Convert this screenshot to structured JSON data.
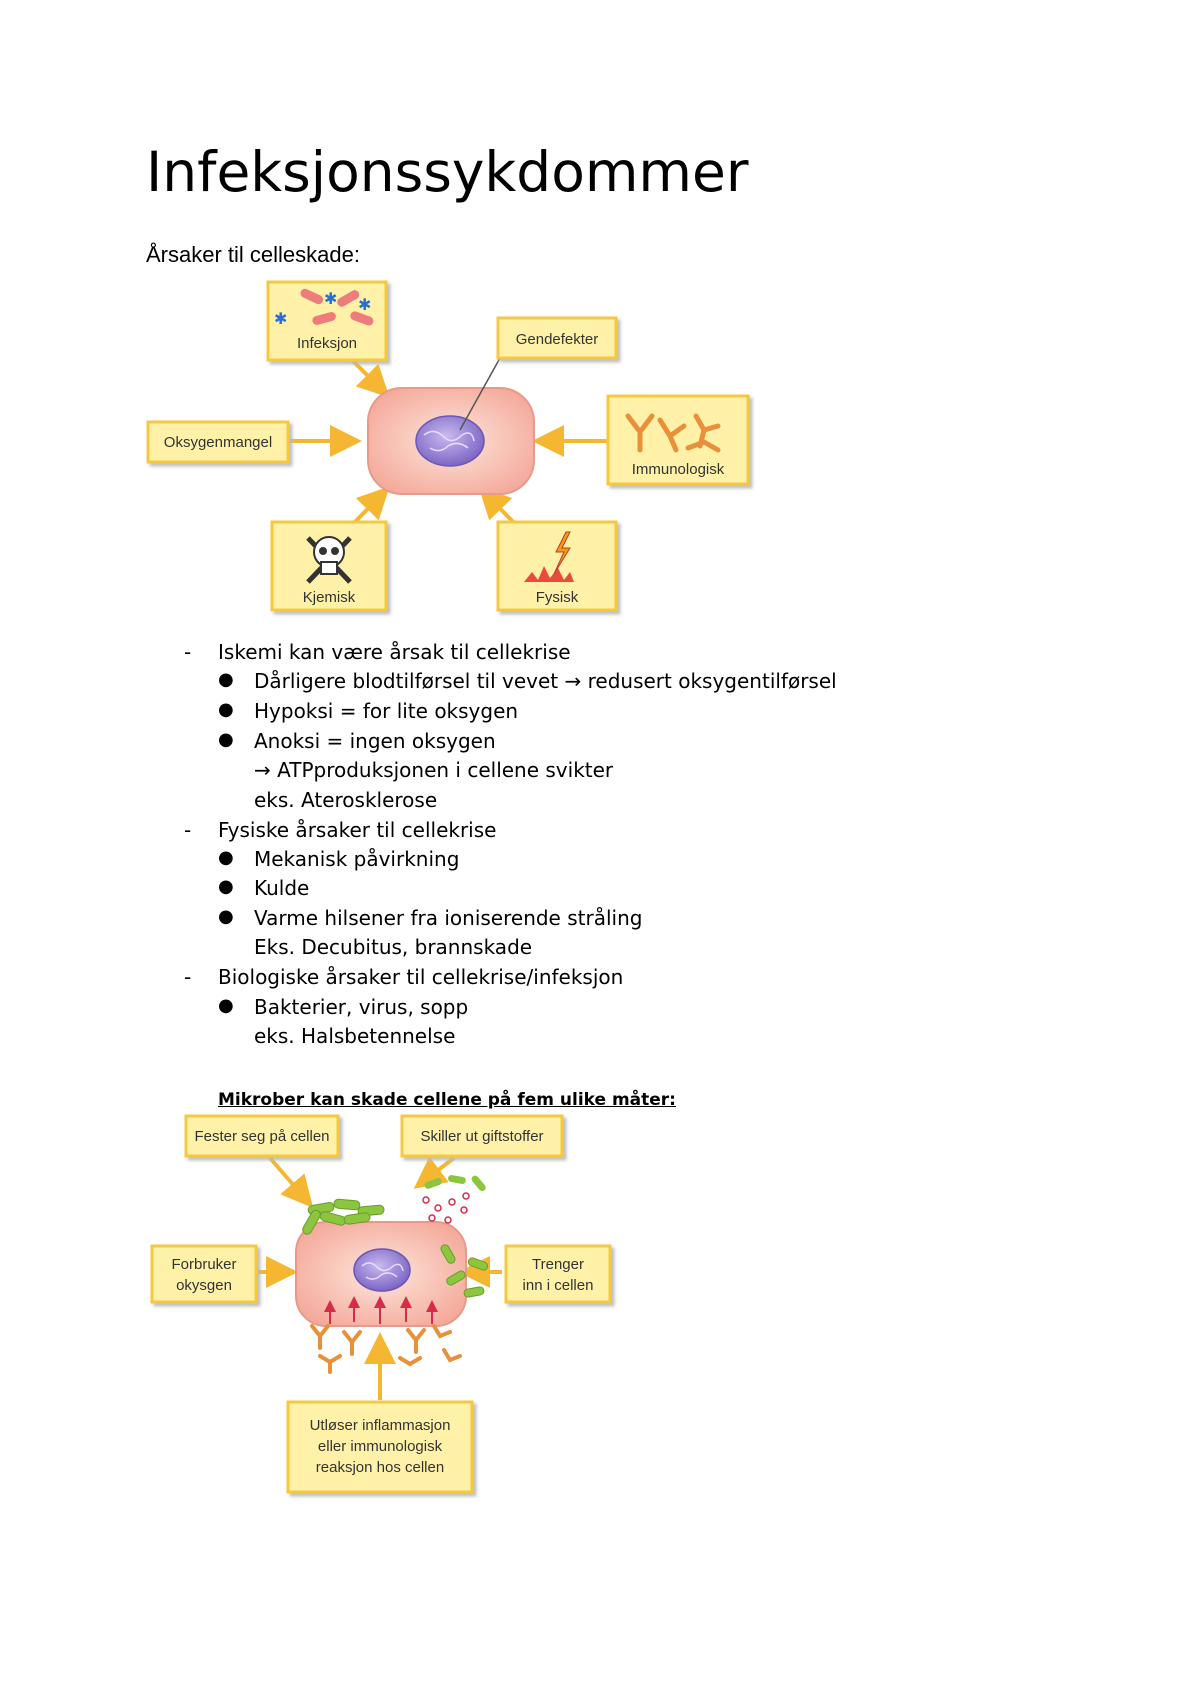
{
  "page": {
    "title": "Infeksjonssykdommer",
    "subheading": "Årsaker til celleskade:"
  },
  "diagram1": {
    "boxes": {
      "infeksjon": "Infeksjon",
      "gendefekter": "Gendefekter",
      "oksygenmangel": "Oksygenmangel",
      "immunologisk": "Immunologisk",
      "kjemisk": "Kjemisk",
      "fysisk": "Fysisk"
    }
  },
  "list": {
    "items": [
      {
        "type": "dash",
        "text": "Iskemi kan være årsak til cellekrise"
      },
      {
        "type": "bullet",
        "text": "Dårligere blodtilførsel til vevet → redusert oksygentilførsel"
      },
      {
        "type": "bullet",
        "text": "Hypoksi = for lite oksygen"
      },
      {
        "type": "bullet",
        "text": "Anoksi = ingen oksygen"
      },
      {
        "type": "cont",
        "text": "→ ATPproduksjonen i cellene svikter"
      },
      {
        "type": "cont",
        "text": "eks. Aterosklerose"
      },
      {
        "type": "dash",
        "text": "Fysiske årsaker til cellekrise"
      },
      {
        "type": "bullet",
        "text": "Mekanisk påvirkning"
      },
      {
        "type": "bullet",
        "text": "Kulde"
      },
      {
        "type": "bullet",
        "text": "Varme hilsener fra ioniserende stråling"
      },
      {
        "type": "cont",
        "text": "Eks. Decubitus, brannskade"
      },
      {
        "type": "dash",
        "text": "Biologiske årsaker til cellekrise/infeksjon"
      },
      {
        "type": "bullet",
        "text": "Bakterier, virus, sopp"
      },
      {
        "type": "cont",
        "text": "eks. Halsbetennelse"
      }
    ]
  },
  "section2": {
    "heading": "Mikrober kan skade cellene på fem ulike måter:"
  },
  "diagram2": {
    "boxes": {
      "fester_line1": "Fester seg på cellen",
      "skiller_line1": "Skiller ut giftstoffer",
      "forbruker_line1": "Forbruker",
      "forbruker_line2": "okysgen",
      "trenger_line1": "Trenger",
      "trenger_line2": "inn i cellen",
      "utloser_line1": "Utløser inflammasjon",
      "utloser_line2": "eller immunologisk",
      "utloser_line3": "reaksjon hos cellen"
    }
  },
  "colors": {
    "box_fill": "#fff2a8",
    "box_border": "#f5c842",
    "arrow": "#f5b731",
    "cell": "#f9c6b4",
    "nucleus": "#9b8fd4",
    "bacteria": "#8cc63f",
    "antibody": "#e8913a"
  }
}
